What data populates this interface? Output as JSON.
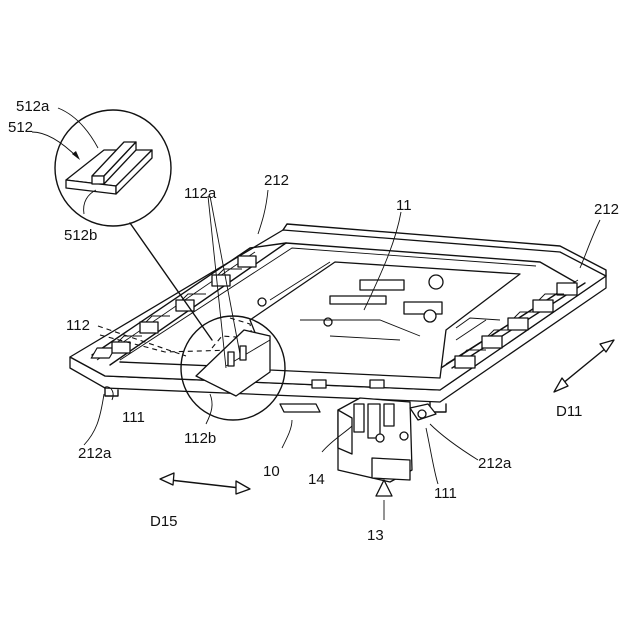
{
  "labels": {
    "l512a": "512a",
    "l512": "512",
    "l512b": "512b",
    "l112a": "112a",
    "l212_top": "212",
    "l212_right": "212",
    "l11": "11",
    "l112": "112",
    "l111_left": "111",
    "l212a_left": "212a",
    "l112b": "112b",
    "l10": "10",
    "l14": "14",
    "l212a_right": "212a",
    "l111_right": "111",
    "l13": "13",
    "lD11": "D11",
    "lD15": "D15"
  }
}
